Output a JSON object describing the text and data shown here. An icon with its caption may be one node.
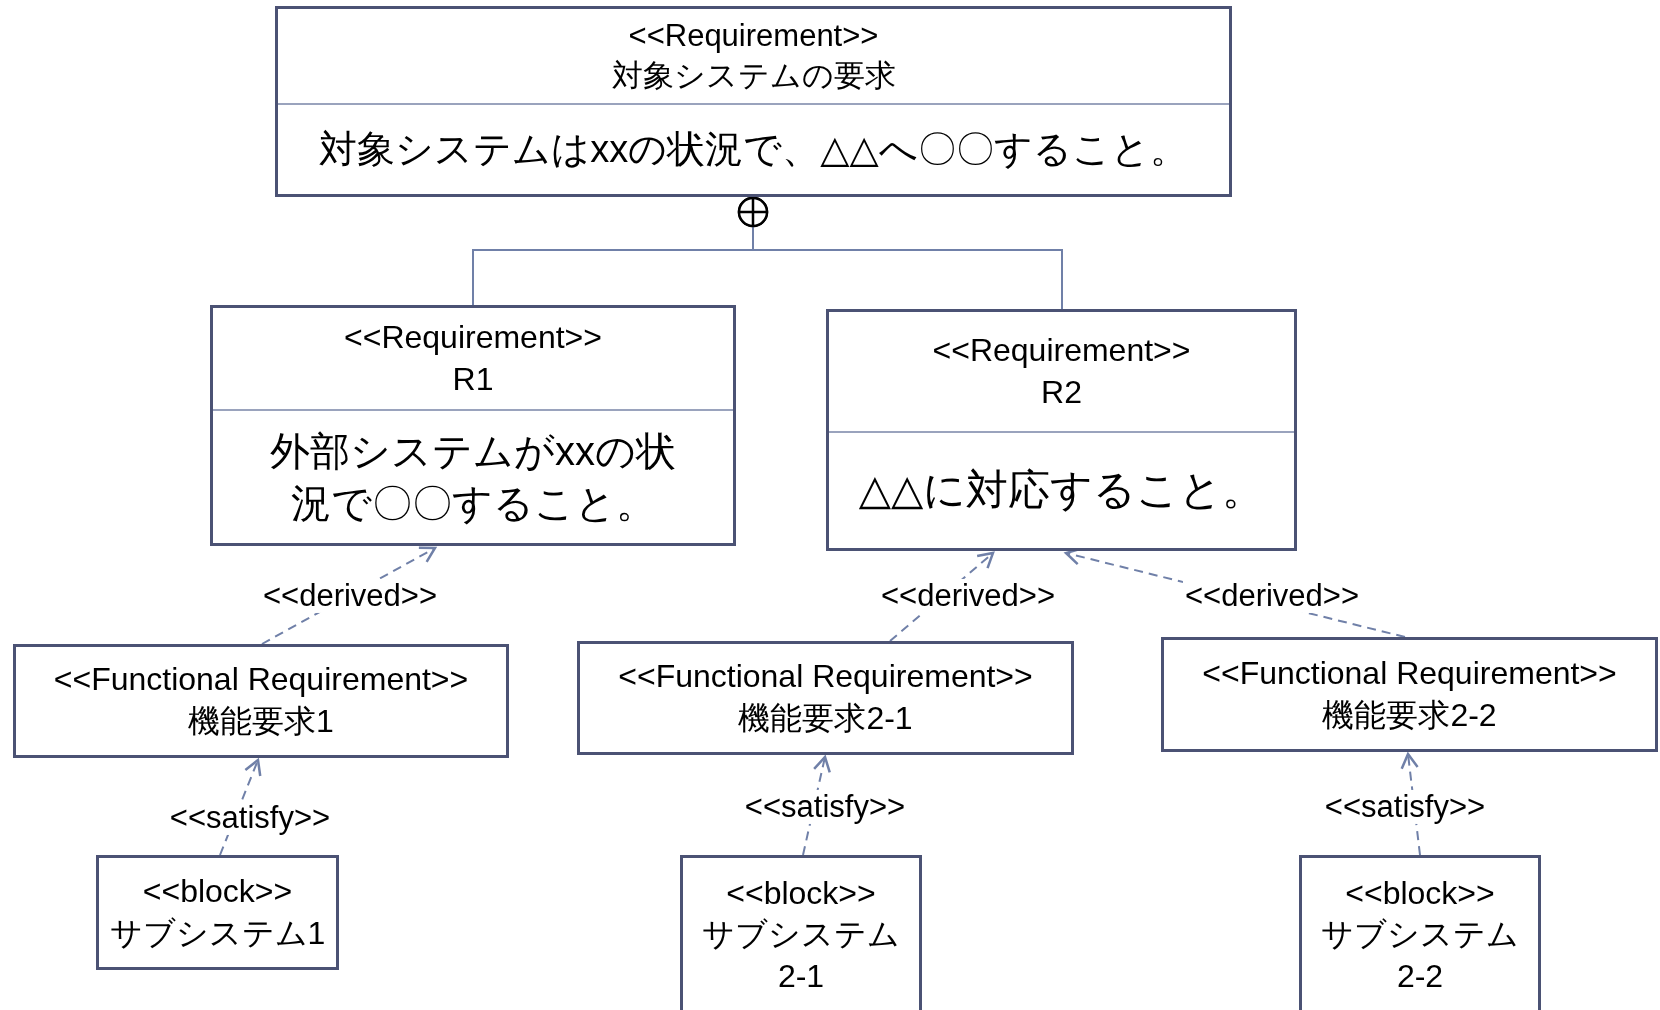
{
  "diagram": {
    "nodes": [
      {
        "text": [
          "<<Requirement>>",
          "対象システムの要求",
          "対象システムはxxの状況で、△△へ〇〇すること。"
        ]
      },
      {
        "text": [
          "<<Requirement>>",
          "R1",
          "外部システムがxxの状況で〇〇すること。"
        ]
      },
      {
        "text": [
          "<<Requirement>>",
          "R2",
          "△△に対応すること。"
        ]
      },
      {
        "text": [
          "<<Functional Requirement>>",
          "機能要求1"
        ]
      },
      {
        "text": [
          "<<Functional Requirement>>",
          "機能要求2-1"
        ]
      },
      {
        "text": [
          "<<Functional Requirement>>",
          "機能要求2-2"
        ]
      },
      {
        "text": [
          "<<block>>",
          "サブシステム1"
        ]
      },
      {
        "text": [
          "<<block>>",
          "サブシステム 2-1"
        ]
      },
      {
        "text": [
          "<<block>>",
          "サブシステム 2-2"
        ]
      }
    ],
    "edges": [
      {
        "from": 1,
        "to": 0,
        "arrow": "other"
      },
      {
        "from": 2,
        "to": 0,
        "arrow": "other"
      },
      {
        "from": 3,
        "to": 1,
        "arrow": "to",
        "label": "<<derived>>",
        "style": "dashed"
      },
      {
        "from": 4,
        "to": 2,
        "arrow": "to",
        "label": "<<derived>>",
        "style": "dashed"
      },
      {
        "from": 5,
        "to": 2,
        "arrow": "to",
        "label": "<<derived>>",
        "style": "dashed"
      },
      {
        "from": 6,
        "to": 3,
        "arrow": "to",
        "label": "<<satisfy>>",
        "style": "dashed"
      },
      {
        "from": 7,
        "to": 4,
        "arrow": "to",
        "label": "<<satisfy>>",
        "style": "dashed"
      },
      {
        "from": 8,
        "to": 5,
        "arrow": "to",
        "label": "<<satisfy>>",
        "style": "dashed"
      }
    ]
  }
}
